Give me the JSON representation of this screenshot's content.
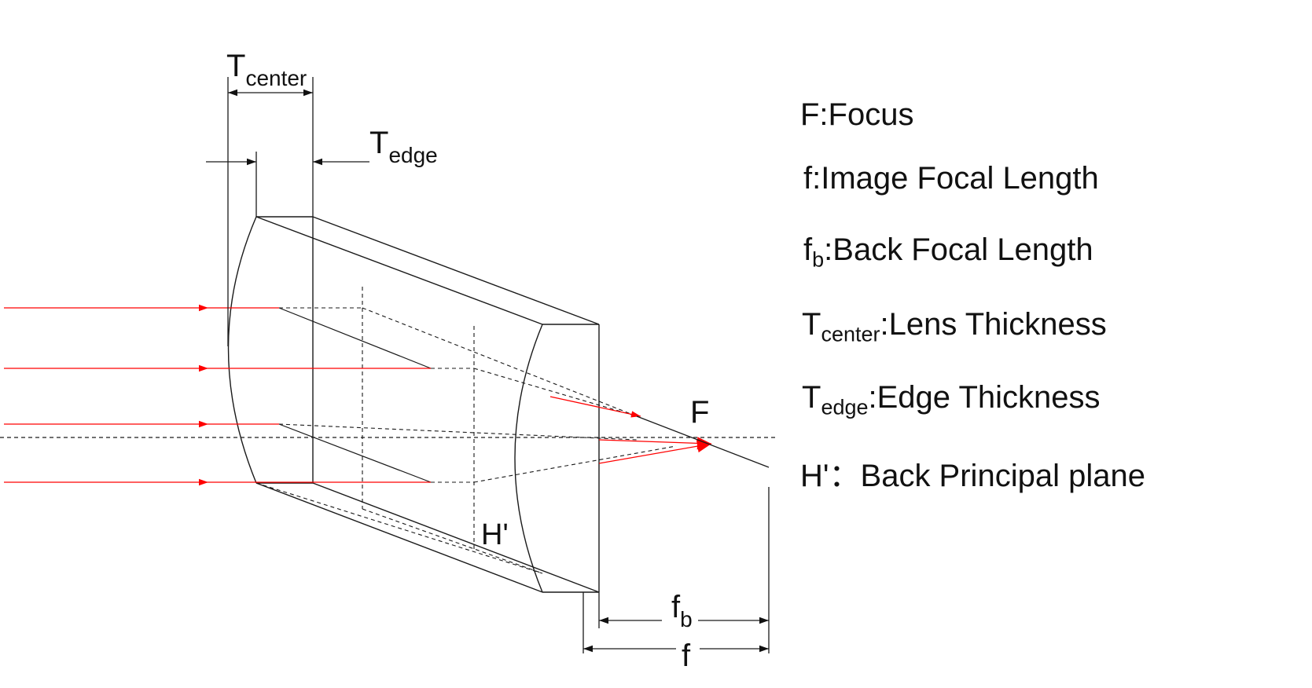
{
  "diagram": {
    "labels": {
      "t_center_main": "T",
      "t_center_sub": "center",
      "t_edge_main": "T",
      "t_edge_sub": "edge",
      "focus": "F",
      "h_prime": "H'",
      "fb_main": "f",
      "fb_sub": "b",
      "f": "f"
    },
    "colors": {
      "ray": "#ff0000",
      "line": "#1a1a1a",
      "text": "#111111"
    }
  },
  "legend": {
    "focus": {
      "text": "F:Focus"
    },
    "image_focal_length": {
      "text": "f:Image Focal Length"
    },
    "back_focal_length": {
      "main": "f",
      "sub": "b",
      "text": ":Back Focal Length"
    },
    "lens_thickness": {
      "main": "T",
      "sub": "center",
      "text": ":Lens Thickness"
    },
    "edge_thickness": {
      "main": "T",
      "sub": "edge",
      "text": ":Edge Thickness"
    },
    "back_principal_plane": {
      "text": "H'：Back Principal plane"
    }
  }
}
